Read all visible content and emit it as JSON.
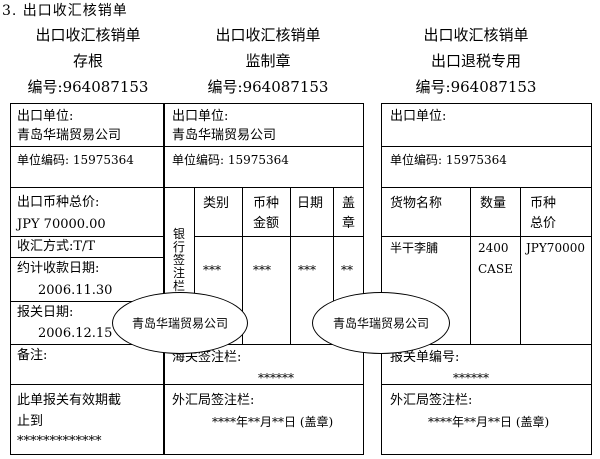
{
  "document_title": "3. 出口收汇核销单",
  "sections": [
    {
      "title": "出口收汇核销单",
      "subtitle": "存根",
      "serial": "编号:964087153"
    },
    {
      "title": "出口收汇核销单",
      "subtitle": "监制章",
      "serial": "编号:964087153"
    },
    {
      "title": "出口收汇核销单",
      "subtitle": "出口退税专用",
      "serial": "编号:964087153"
    }
  ],
  "stub": {
    "exporter_label": "出口单位:",
    "exporter": "青岛华瑞贸易公司",
    "unit_code": "单位编码: 15975364",
    "currency_total_label": "出口币种总价:",
    "currency_total": "JPY 70000.00",
    "payment_method": "收汇方式:T/T",
    "expected_date_label": "约计收款日期:",
    "expected_date": "2006.11.30",
    "customs_date_label": "报关日期:",
    "customs_date": "2006.12.15",
    "remarks_label": "备注:",
    "validity_line1": "此单报关有效期截",
    "validity_line2": "止到",
    "validity_value": "*************"
  },
  "control": {
    "exporter_label": "出口单位:",
    "exporter": "青岛华瑞贸易公司",
    "unit_code": "单位编码: 15975364",
    "bank_column": "银行签注栏",
    "col_type": "类别",
    "col_currency_line1": "币种",
    "col_currency_line2": "金额",
    "col_date": "日期",
    "col_seal_line1": "盖",
    "col_seal_line2": "章",
    "val_type": "***",
    "val_currency": "***",
    "val_date": "***",
    "val_seal": "**",
    "customs_label": "海关签注栏:",
    "customs_value": "******",
    "forex_label": "外汇局签注栏:",
    "forex_value": "****年**月**日 (盖章)"
  },
  "refund": {
    "exporter_label": "出口单位:",
    "unit_code": "单位编码: 15975364",
    "col_goods": "货物名称",
    "col_quantity": "数量",
    "col_currency_line1": "币种",
    "col_currency_line2": "总价",
    "goods": "半干李脯",
    "quantity_line1": "2400",
    "quantity_line2": "CASE",
    "amount": "JPY70000",
    "declaration_label": "报关单编号:",
    "declaration_value": "******",
    "forex_label": "外汇局签注栏:",
    "forex_value": "****年**月**日 (盖章)"
  },
  "seals": [
    {
      "text": "青岛华瑞贸易公司"
    },
    {
      "text": "青岛华瑞贸易公司"
    }
  ]
}
